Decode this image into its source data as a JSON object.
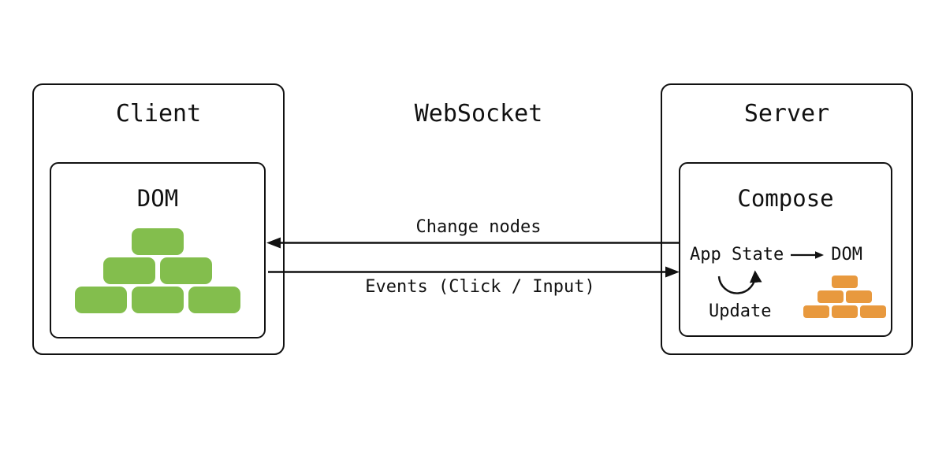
{
  "client": {
    "title": "Client",
    "dom": {
      "title": "DOM"
    },
    "pyramid": {
      "rows": [
        1,
        2,
        3
      ],
      "color": "#83BE4D"
    }
  },
  "websocket": {
    "title": "WebSocket",
    "to_client_label": "Change nodes",
    "to_server_label": "Events (Click / Input)"
  },
  "server": {
    "title": "Server",
    "compose": {
      "title": "Compose",
      "pipeline": {
        "from": "App State",
        "to": "DOM"
      },
      "loop_label": "Update"
    },
    "pyramid": {
      "rows": [
        1,
        2,
        3
      ],
      "color": "#E8993E"
    }
  },
  "colors": {
    "line": "#111111",
    "client_blocks": "#83BE4D",
    "server_bricks": "#E8993E",
    "background": "#ffffff"
  }
}
